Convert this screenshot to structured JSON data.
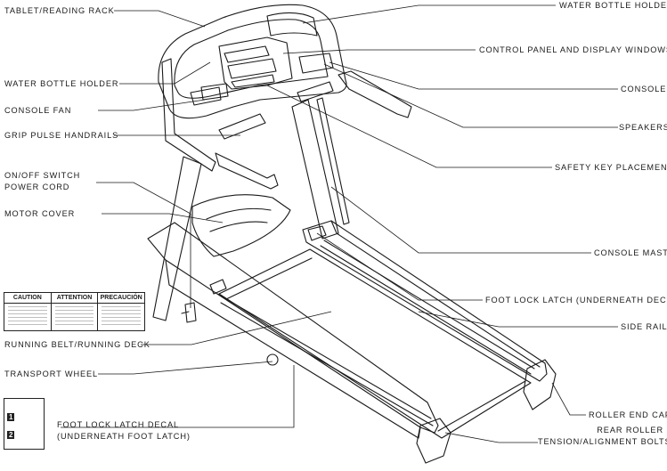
{
  "labels": {
    "tablet_reading_rack": "TABLET/READING RACK",
    "water_bottle_holder_left": "WATER BOTTLE HOLDER",
    "console_fan": "CONSOLE FAN",
    "grip_pulse_handrails": "GRIP PULSE HANDRAILS",
    "on_off_switch": "ON/OFF SWITCH\nPOWER CORD",
    "motor_cover": "MOTOR COVER",
    "running_belt": "RUNNING BELT/RUNNING DECK",
    "transport_wheel": "TRANSPORT WHEEL",
    "foot_lock_latch_decal": "FOOT LOCK LATCH DECAL\n(UNDERNEATH FOOT LATCH)",
    "water_bottle_holder_right": "WATER BOTTLE HOLDER",
    "control_panel": "CONTROL PANEL AND DISPLAY WINDOWS",
    "console": "CONSOLE",
    "speakers": "SPEAKERS",
    "safety_key": "SAFETY KEY PLACEMENT",
    "console_mast": "CONSOLE MAST",
    "foot_lock_latch": "FOOT LOCK LATCH (UNDERNEATH DECK)",
    "side_rail": "SIDE RAIL",
    "roller_end_cap": "ROLLER END CAP",
    "rear_roller": "REAR ROLLER\nTENSION/ALIGNMENT BOLTS"
  },
  "warning_label": {
    "caution": "CAUTION",
    "attention": "ATTENTION",
    "precaucion": "PRECAUCIÓN"
  },
  "decal_steps": [
    "1",
    "2"
  ]
}
